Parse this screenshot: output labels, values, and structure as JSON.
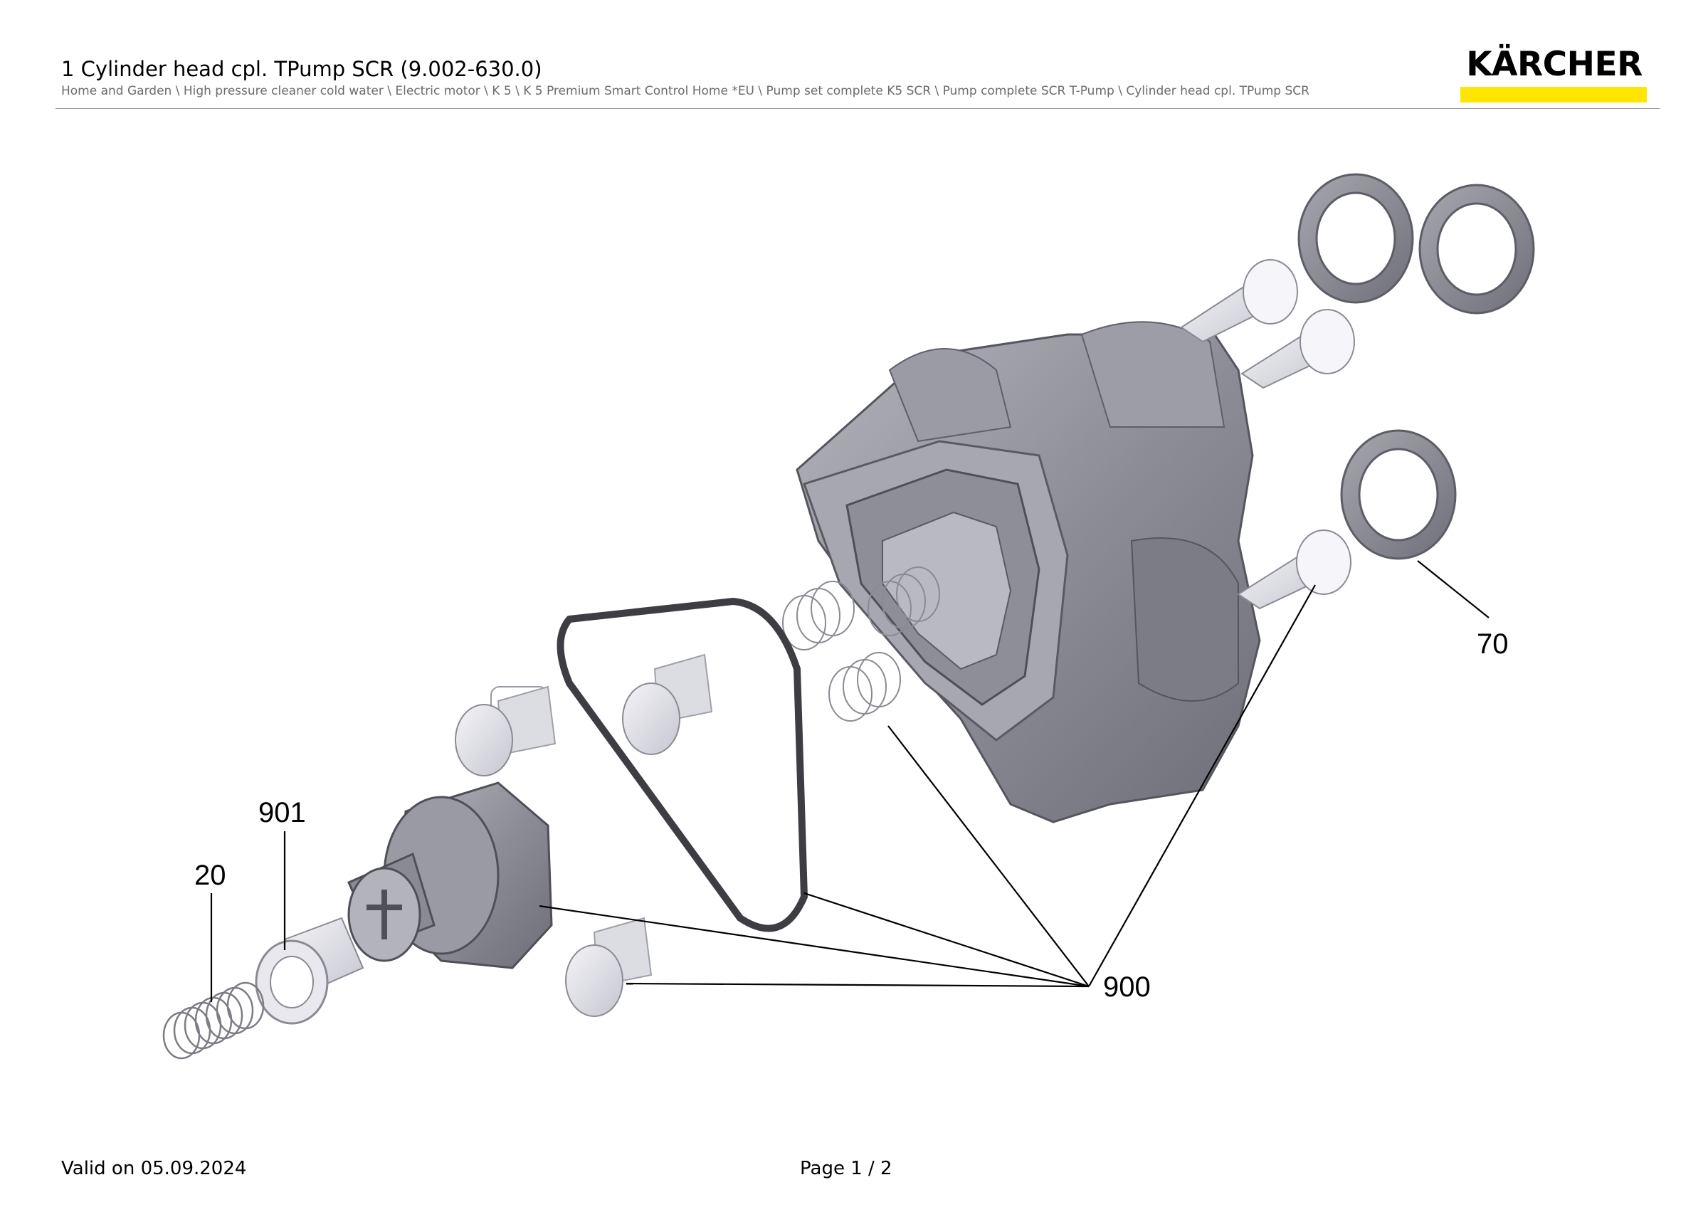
{
  "header": {
    "title": "1 Cylinder head cpl. TPump SCR (9.002-630.0)",
    "breadcrumb": "Home and Garden \\ High pressure cleaner cold water \\ Electric motor \\ K 5 \\ K 5 Premium Smart Control Home *EU \\ Pump set complete K5 SCR \\ Pump complete SCR T-Pump \\ Cylinder head cpl. TPump SCR",
    "logo_text": "KÄRCHER",
    "logo_color": "#ffe600"
  },
  "diagram": {
    "callouts": [
      "70",
      "901",
      "20",
      "900"
    ]
  },
  "footer": {
    "valid": "Valid on 05.09.2024",
    "page": "Page 1 / 2"
  }
}
